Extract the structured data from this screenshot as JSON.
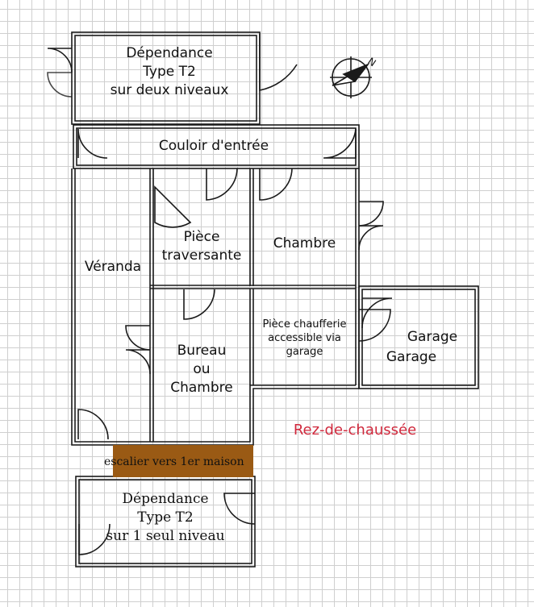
{
  "plan_title": "Rez-de-chaussée",
  "rooms": {
    "dependance_top": "Dépendance\nType T2\nsur deux niveaux",
    "couloir": "Couloir d'entrée",
    "veranda": "Véranda",
    "piece_traversante": "Pièce\ntraversante",
    "chambre": "Chambre",
    "bureau": "Bureau\nou\nChambre",
    "chaufferie": "Pièce chaufferie\naccessible via\ngarage",
    "garage_1": "Garage",
    "garage_2": "Garage",
    "dependance_bottom": "Dépendance\nType T2\nsur 1 seul niveau"
  },
  "stair_label": "escalier vers 1er maison",
  "compass_letter": "N",
  "colors": {
    "walls": "#1a1a1a",
    "stair": "#9a5a14",
    "title": "#d0283c",
    "grid": "#cfcfcf"
  }
}
